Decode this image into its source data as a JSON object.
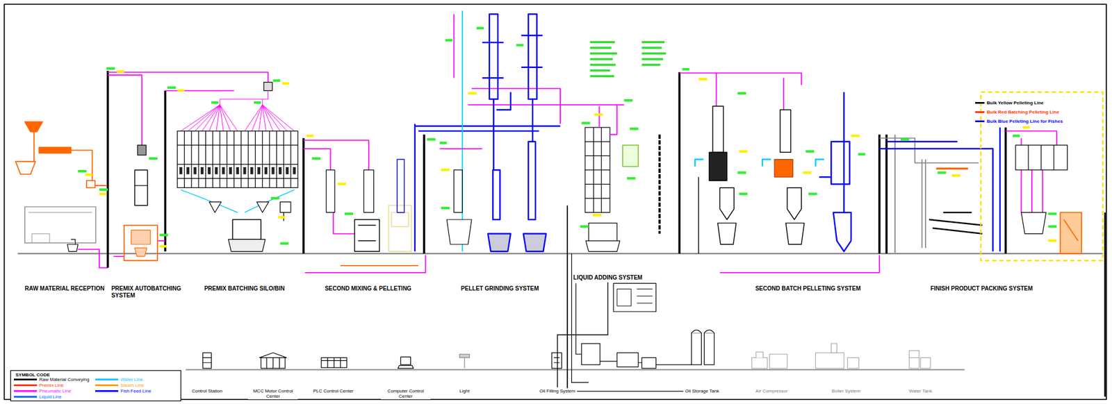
{
  "diagram": {
    "nodes": [
      {
        "text": [
          "LIQUID ADDING SYSTEM"
        ]
      },
      {
        "text": [
          "Control Station"
        ]
      },
      {
        "text": [
          "MCC Motor Control Center"
        ]
      },
      {
        "text": [
          "PLC Control Center"
        ]
      },
      {
        "text": [
          "Computer Control Center"
        ]
      },
      {
        "text": [
          "Light"
        ]
      },
      {
        "text": [
          "Oil Filling System"
        ]
      },
      {
        "text": [
          "Oil Storage Tank"
        ]
      },
      {
        "text": [
          "Air Compressor"
        ]
      },
      {
        "text": [
          "Boiler System"
        ]
      },
      {
        "text": [
          "Water Tank"
        ]
      }
    ],
    "edges": [
      {
        "from": 0,
        "to": 6,
        "arrow": "none"
      },
      {
        "from": 6,
        "to": 7,
        "arrow": "none"
      }
    ],
    "labels": [
      "RAW MATERIAL RECEPTION",
      "PREMIX AUTOBATCHING SYSTEM",
      "PREMIX BATCHING SILO/BIN",
      "SECOND MIXING & PELLETING",
      "PELLET GRINDING SYSTEM",
      "SECOND BATCH PELLETING SYSTEM",
      "FINISH PRODUCT PACKING SYSTEM",
      "SYMBOL CODE"
    ],
    "legend": [
      {
        "text": "Raw Material Conveying",
        "color": "#000000"
      },
      {
        "text": "Premix Line",
        "color": "#ff3300"
      },
      {
        "text": "Pneumatic Line",
        "color": "#ff00ff"
      },
      {
        "text": "Liquid Line",
        "color": "#0066ff"
      },
      {
        "text": "Water Line",
        "color": "#00ccff"
      },
      {
        "text": "Steam Line",
        "color": "#ff9900"
      },
      {
        "text": "Fish Feed Line",
        "color": "#0000ff"
      },
      {
        "text": "Bulk Yellow Pelleting Line",
        "color": "#000000"
      },
      {
        "text": "Bulk Red Batching Pelleting Line",
        "color": "#ff3300"
      },
      {
        "text": "Bulk Blue Pelleting Line for Fishes",
        "color": "#0000ff"
      }
    ]
  }
}
